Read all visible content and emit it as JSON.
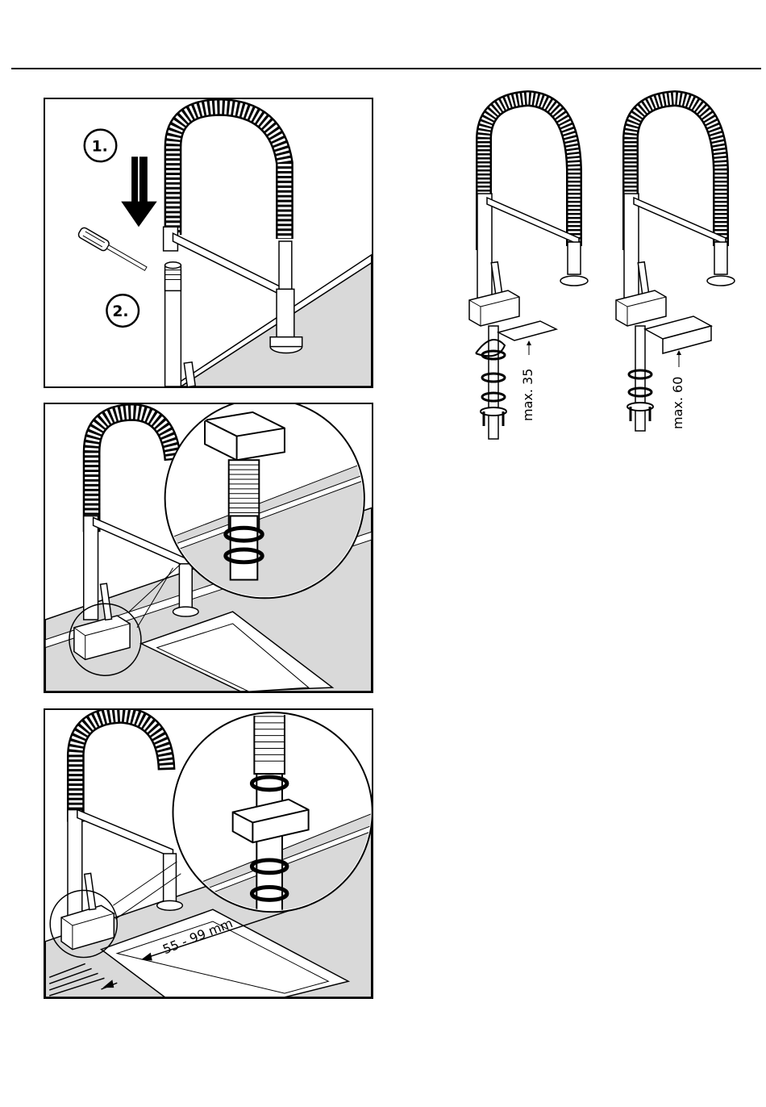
{
  "steps": {
    "step1_label": "1.",
    "step2_label": "2."
  },
  "dimensions": {
    "distance_label": "55 - 99 mm",
    "max_thin_counter": "max. 35",
    "max_thick_counter": "max. 60"
  },
  "colors": {
    "line": "#000000",
    "counter_gray": "#d9d9d9",
    "background": "#ffffff"
  },
  "icons": [
    "screwdriver-icon",
    "down-arrow-icon",
    "faucet-illustration"
  ]
}
